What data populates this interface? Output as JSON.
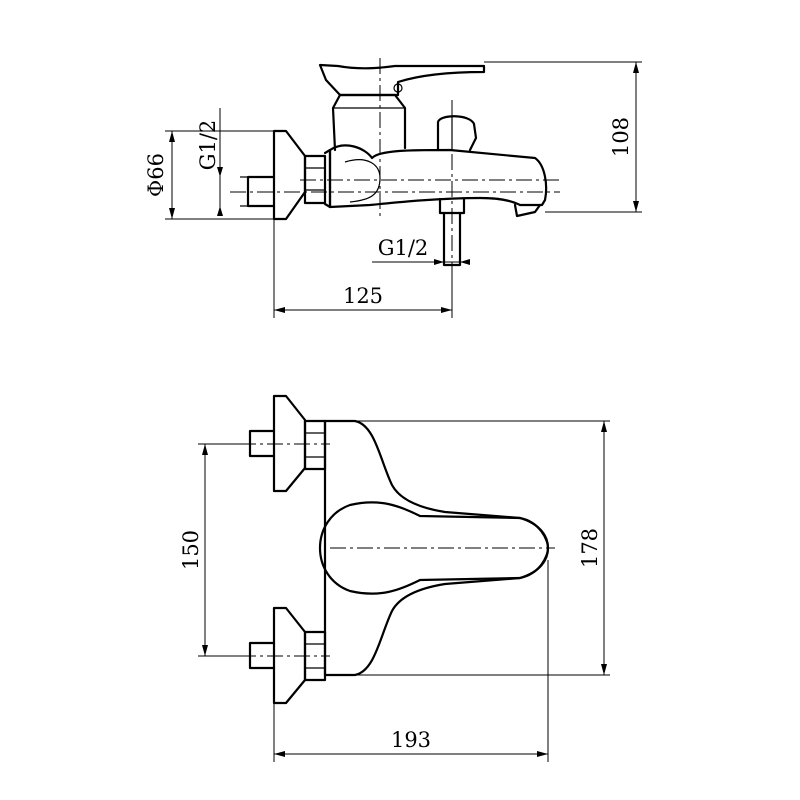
{
  "title": "Bath mixer technical drawing",
  "side_view": {
    "dim_diameter": "Φ66",
    "dim_thread_top": "G1/2",
    "dim_thread_bottom": "G1/2",
    "dim_length": "125",
    "dim_height": "108"
  },
  "top_view": {
    "dim_spacing": "150",
    "dim_width": "178",
    "dim_length": "193"
  }
}
